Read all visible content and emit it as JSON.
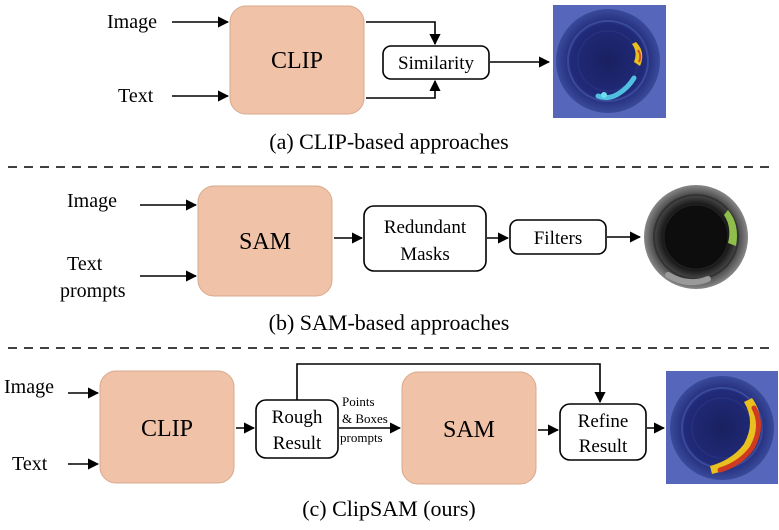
{
  "panel_a": {
    "caption": "(a) CLIP-based approaches",
    "input_image": "Image",
    "input_text": "Text",
    "model": "CLIP",
    "similarity": "Similarity"
  },
  "panel_b": {
    "caption": "(b) SAM-based approaches",
    "input_image": "Image",
    "input_text_line1": "Text",
    "input_text_line2": "prompts",
    "model": "SAM",
    "masks_line1": "Redundant",
    "masks_line2": "Masks",
    "filters": "Filters"
  },
  "panel_c": {
    "caption": "(c) ClipSAM (ours)",
    "input_image": "Image",
    "input_text": "Text",
    "model1": "CLIP",
    "rough_line1": "Rough",
    "rough_line2": "Result",
    "prompt_line1": "Points",
    "prompt_line2": "& Boxes",
    "prompt_line3": "prompts",
    "model2": "SAM",
    "refine_line1": "Refine",
    "refine_line2": "Result"
  },
  "colors": {
    "model_fill": "#f0c2a7",
    "model_stroke": "#d9a88c",
    "heatmap_bg": "#5566bb"
  }
}
